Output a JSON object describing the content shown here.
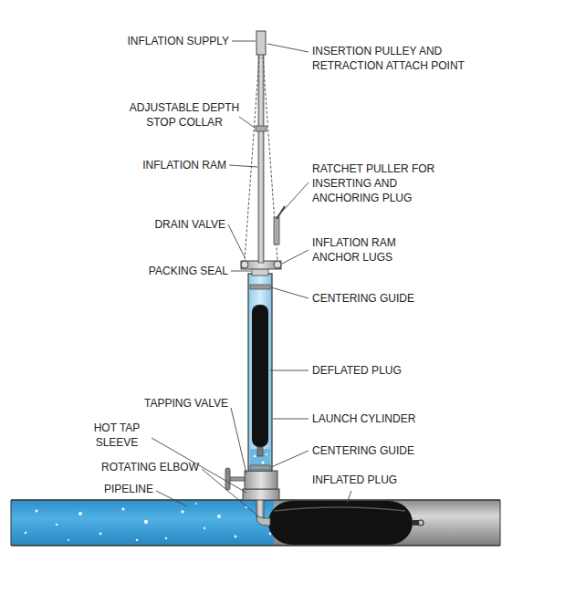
{
  "diagram": {
    "labels": [
      "INFLATION SUPPLY",
      "INSERTION PULLEY AND RETRACTION ATTACH POINT",
      "ADJUSTABLE DEPTH STOP COLLAR",
      "INFLATION RAM",
      "RATCHET PULLER FOR INSERTING AND ANCHORING PLUG",
      "DRAIN VALVE",
      "INFLATION RAM ANCHOR LUGS",
      "PACKING SEAL",
      "CENTERING GUIDE",
      "DEFLATED PLUG",
      "TAPPING VALVE",
      "LAUNCH CYLINDER",
      "HOT TAP SLEEVE",
      "CENTERING GUIDE",
      "ROTATING ELBOW",
      "INFLATED PLUG",
      "PIPELINE"
    ]
  }
}
